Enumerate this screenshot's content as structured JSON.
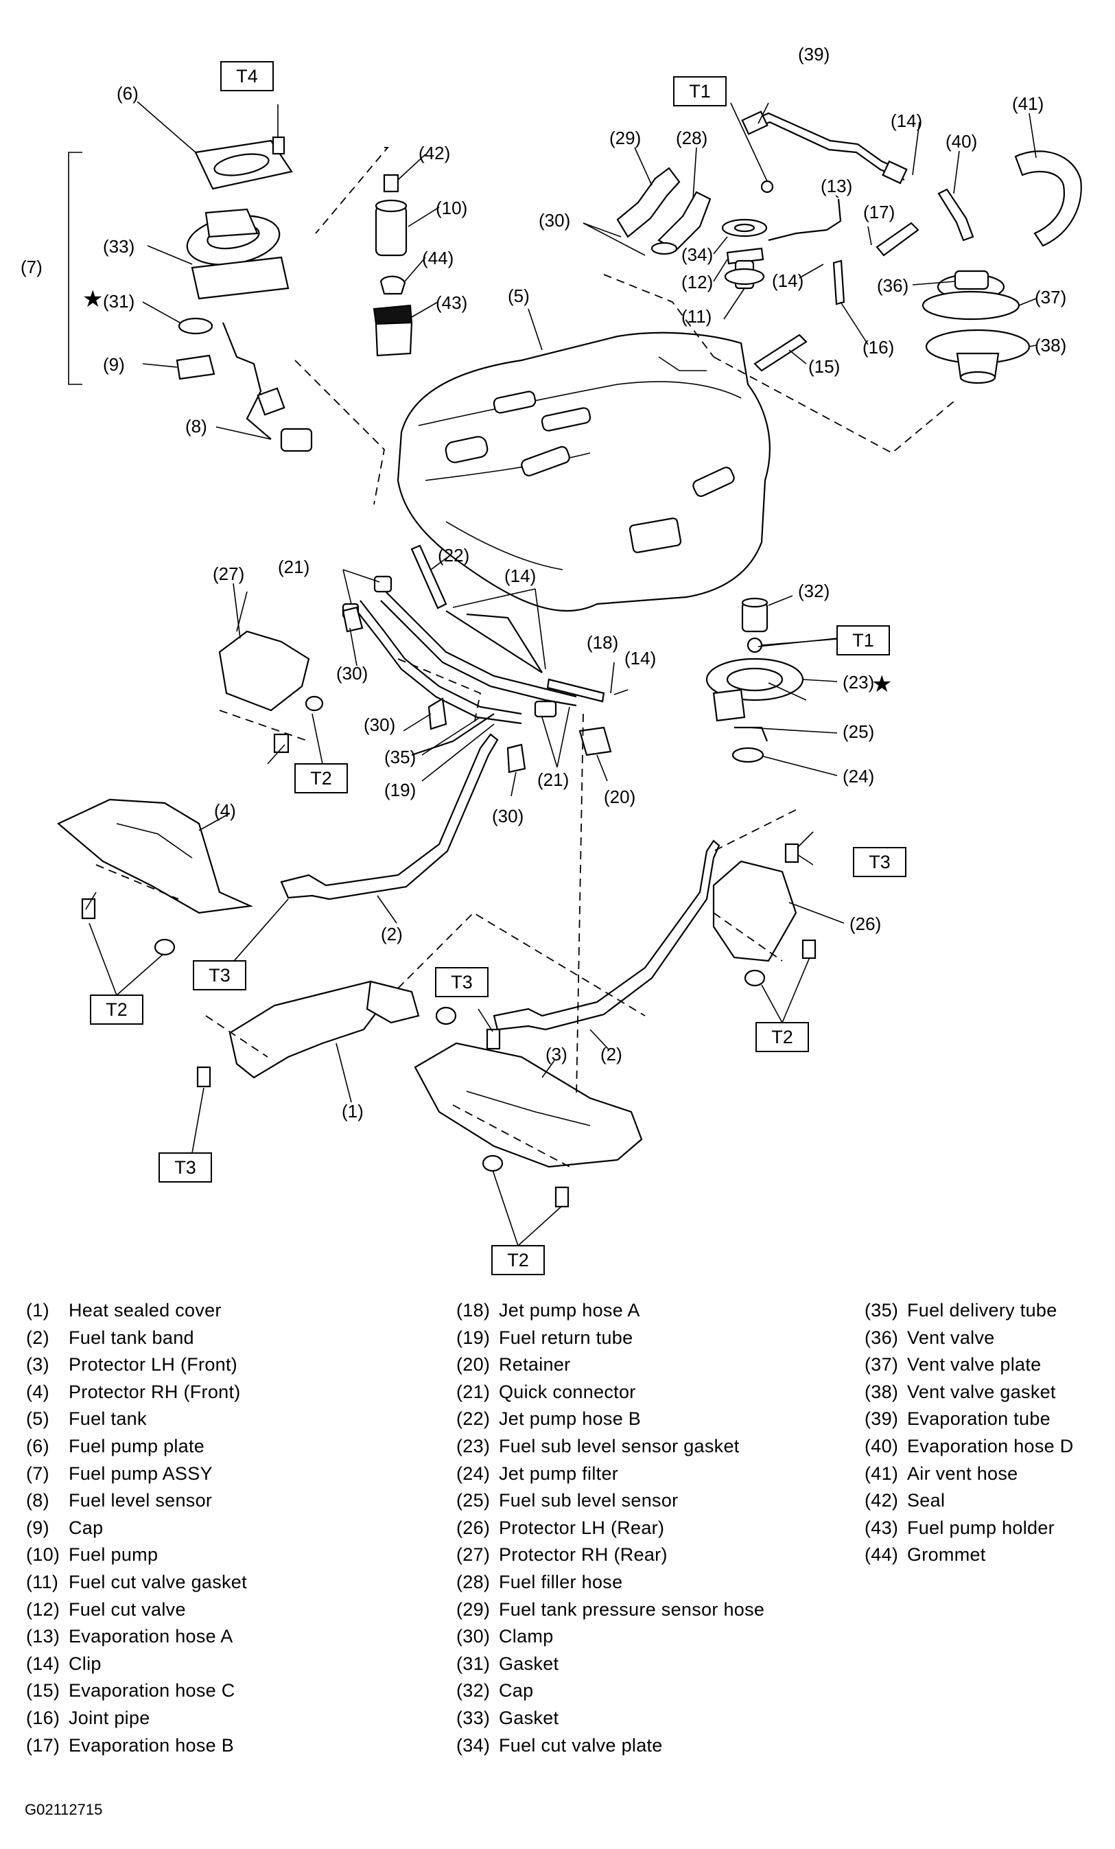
{
  "torque_boxes": [
    "T1",
    "T2",
    "T3",
    "T4"
  ],
  "callouts": [
    "(1)",
    "(2)",
    "(3)",
    "(4)",
    "(5)",
    "(6)",
    "(7)",
    "(8)",
    "(9)",
    "(10)",
    "(11)",
    "(12)",
    "(13)",
    "(14)",
    "(15)",
    "(16)",
    "(17)",
    "(18)",
    "(19)",
    "(20)",
    "(21)",
    "(22)",
    "(23)",
    "(24)",
    "(25)",
    "(26)",
    "(27)",
    "(28)",
    "(29)",
    "(30)",
    "(31)",
    "(32)",
    "(33)",
    "(34)",
    "(35)",
    "(36)",
    "(37)",
    "(38)",
    "(39)",
    "(40)",
    "(41)",
    "(42)",
    "(43)",
    "(44)"
  ],
  "star_symbol": "★",
  "legend": {
    "col1": [
      {
        "num": "(1)",
        "name": "Heat sealed cover"
      },
      {
        "num": "(2)",
        "name": "Fuel tank band"
      },
      {
        "num": "(3)",
        "name": "Protector LH (Front)"
      },
      {
        "num": "(4)",
        "name": "Protector RH (Front)"
      },
      {
        "num": "(5)",
        "name": "Fuel tank"
      },
      {
        "num": "(6)",
        "name": "Fuel pump plate"
      },
      {
        "num": "(7)",
        "name": "Fuel pump ASSY"
      },
      {
        "num": "(8)",
        "name": "Fuel level sensor"
      },
      {
        "num": "(9)",
        "name": "Cap"
      },
      {
        "num": "(10)",
        "name": "Fuel pump"
      },
      {
        "num": "(11)",
        "name": "Fuel cut valve gasket"
      },
      {
        "num": "(12)",
        "name": "Fuel cut valve"
      },
      {
        "num": "(13)",
        "name": "Evaporation hose A"
      },
      {
        "num": "(14)",
        "name": "Clip"
      },
      {
        "num": "(15)",
        "name": "Evaporation hose C"
      },
      {
        "num": "(16)",
        "name": "Joint pipe"
      },
      {
        "num": "(17)",
        "name": "Evaporation hose B"
      }
    ],
    "col2": [
      {
        "num": "(18)",
        "name": "Jet pump hose A"
      },
      {
        "num": "(19)",
        "name": "Fuel return tube"
      },
      {
        "num": "(20)",
        "name": "Retainer"
      },
      {
        "num": "(21)",
        "name": "Quick connector"
      },
      {
        "num": "(22)",
        "name": "Jet pump hose B"
      },
      {
        "num": "(23)",
        "name": "Fuel sub level sensor gasket"
      },
      {
        "num": "(24)",
        "name": "Jet pump filter"
      },
      {
        "num": "(25)",
        "name": "Fuel sub level sensor"
      },
      {
        "num": "(26)",
        "name": "Protector LH (Rear)"
      },
      {
        "num": "(27)",
        "name": "Protector RH (Rear)"
      },
      {
        "num": "(28)",
        "name": "Fuel filler hose"
      },
      {
        "num": "(29)",
        "name": "Fuel tank pressure sensor hose"
      },
      {
        "num": "(30)",
        "name": "Clamp"
      },
      {
        "num": "(31)",
        "name": "Gasket"
      },
      {
        "num": "(32)",
        "name": "Cap"
      },
      {
        "num": "(33)",
        "name": "Gasket"
      },
      {
        "num": "(34)",
        "name": "Fuel cut valve plate"
      }
    ],
    "col3": [
      {
        "num": "(35)",
        "name": "Fuel delivery tube"
      },
      {
        "num": "(36)",
        "name": "Vent valve"
      },
      {
        "num": "(37)",
        "name": "Vent valve plate"
      },
      {
        "num": "(38)",
        "name": "Vent valve gasket"
      },
      {
        "num": "(39)",
        "name": "Evaporation tube"
      },
      {
        "num": "(40)",
        "name": "Evaporation hose D"
      },
      {
        "num": "(41)",
        "name": "Air vent hose"
      },
      {
        "num": "(42)",
        "name": "Seal"
      },
      {
        "num": "(43)",
        "name": "Fuel pump holder"
      },
      {
        "num": "(44)",
        "name": "Grommet"
      }
    ]
  },
  "figure_code": "G02112715"
}
